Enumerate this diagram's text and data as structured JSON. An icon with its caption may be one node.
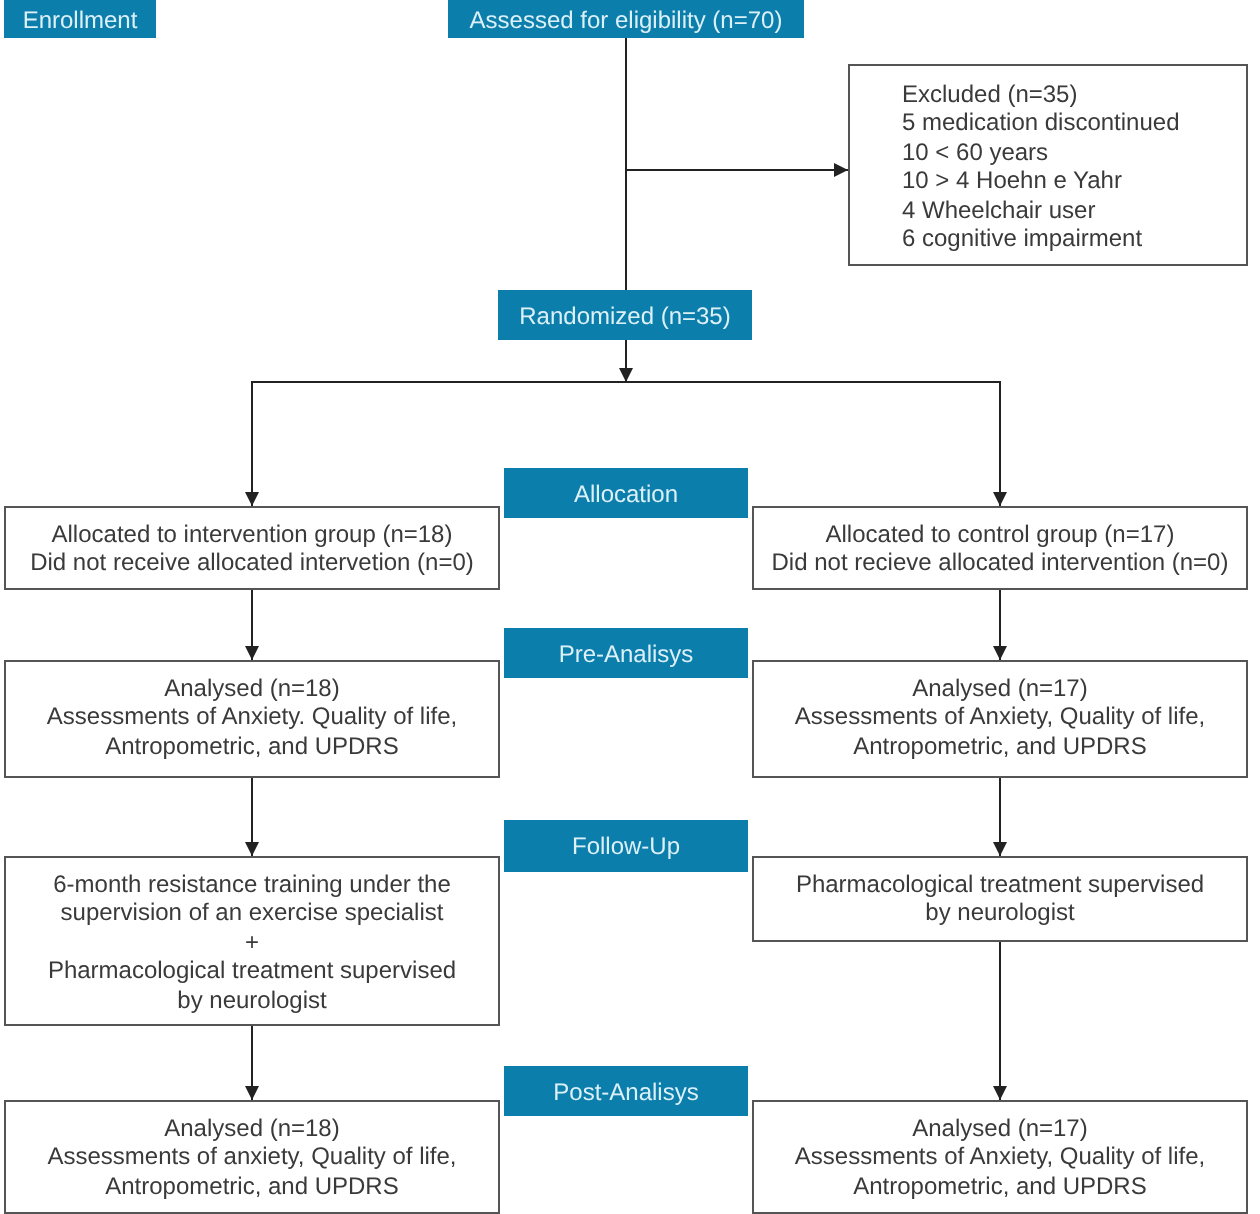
{
  "diagram": {
    "nodes": [
      {
        "text": [
          "Enrollment"
        ]
      },
      {
        "text": [
          "Assessed for eligibility (n=70)"
        ]
      },
      {
        "text": [
          "Excluded (n=35)",
          "5 medication discontinued",
          "10 < 60 years",
          "10 > 4 Hoehn e Yahr",
          "4 Wheelchair user",
          "6 cognitive impairment"
        ]
      },
      {
        "text": [
          "Randomized (n=35)"
        ]
      },
      {
        "text": [
          "Allocation"
        ]
      },
      {
        "text": [
          "Allocated to intervention group (n=18)",
          "Did not receive allocated intervetion (n=0)"
        ]
      },
      {
        "text": [
          "Allocated to control group (n=17)",
          "Did not recieve allocated intervention (n=0)"
        ]
      },
      {
        "text": [
          "Pre-Analisys"
        ]
      },
      {
        "text": [
          "Analysed (n=18)",
          "Assessments of Anxiety. Quality of life, Antropometric, and UPDRS"
        ]
      },
      {
        "text": [
          "Analysed (n=17)",
          "Assessments of Anxiety, Quality of life, Antropometric, and UPDRS"
        ]
      },
      {
        "text": [
          "Follow-Up"
        ]
      },
      {
        "text": [
          "6-month resistance training under the supervision of an exercise specialist",
          "+",
          "Pharmacological treatment supervised by neurologist"
        ]
      },
      {
        "text": [
          "Pharmacological treatment supervised by neurologist"
        ]
      },
      {
        "text": [
          "Post-Analisys"
        ]
      },
      {
        "text": [
          "Analysed (n=18)",
          "Assessments of anxiety, Quality of life, Antropometric, and UPDRS"
        ]
      },
      {
        "text": [
          "Analysed (n=17)",
          "Assessments of Anxiety, Quality of life, Antropometric, and UPDRS"
        ]
      }
    ],
    "edges": [
      {
        "from": 1,
        "to": 3,
        "arrow": "none"
      },
      {
        "from": 1,
        "to": 2,
        "arrow": "to"
      },
      {
        "from": 3,
        "to": 5,
        "arrow": "to"
      },
      {
        "from": 3,
        "to": 6,
        "arrow": "to"
      },
      {
        "from": 5,
        "to": 8,
        "arrow": "to"
      },
      {
        "from": 6,
        "to": 9,
        "arrow": "to"
      },
      {
        "from": 8,
        "to": 11,
        "arrow": "to"
      },
      {
        "from": 9,
        "to": 12,
        "arrow": "to"
      },
      {
        "from": 11,
        "to": 14,
        "arrow": "to"
      },
      {
        "from": 12,
        "to": 15,
        "arrow": "to"
      }
    ]
  }
}
